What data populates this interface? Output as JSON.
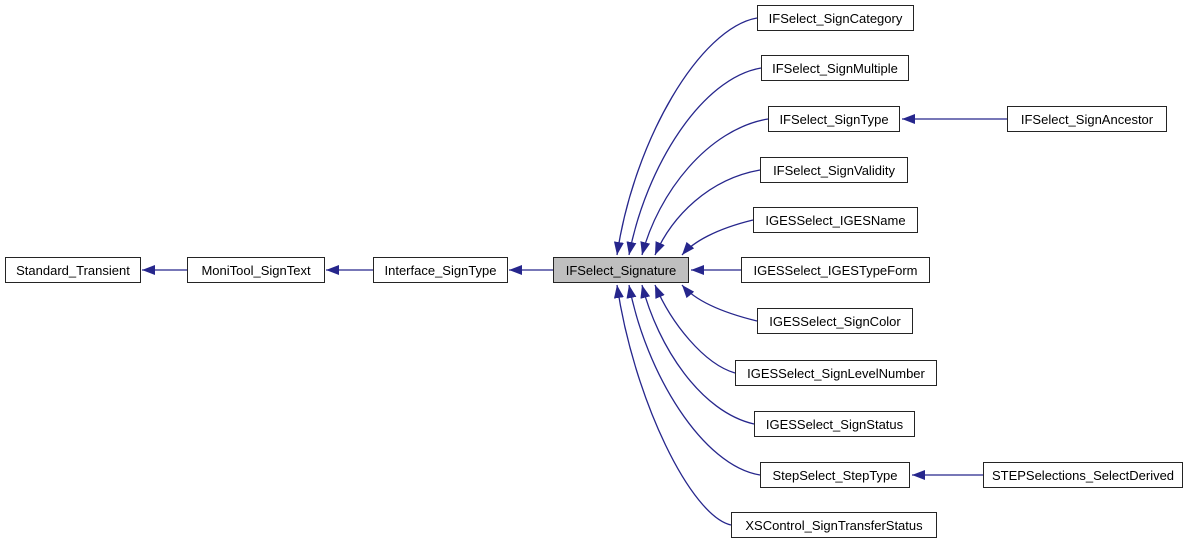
{
  "diagram": {
    "kind": "class-inheritance-graph",
    "selected_node": "IFSelect_Signature",
    "colors": {
      "edge": "#26268c",
      "node_border": "#242424",
      "node_fill": "#ffffff",
      "selected_node_fill": "#bfbfbf",
      "text": "#000000",
      "background": "#ffffff"
    },
    "nodes": [
      {
        "id": "Standard_Transient",
        "label": "Standard_Transient",
        "selected": false
      },
      {
        "id": "MoniTool_SignText",
        "label": "MoniTool_SignText",
        "selected": false
      },
      {
        "id": "Interface_SignType",
        "label": "Interface_SignType",
        "selected": false
      },
      {
        "id": "IFSelect_Signature",
        "label": "IFSelect_Signature",
        "selected": true
      },
      {
        "id": "IFSelect_SignCategory",
        "label": "IFSelect_SignCategory",
        "selected": false
      },
      {
        "id": "IFSelect_SignMultiple",
        "label": "IFSelect_SignMultiple",
        "selected": false
      },
      {
        "id": "IFSelect_SignType",
        "label": "IFSelect_SignType",
        "selected": false
      },
      {
        "id": "IFSelect_SignAncestor",
        "label": "IFSelect_SignAncestor",
        "selected": false
      },
      {
        "id": "IFSelect_SignValidity",
        "label": "IFSelect_SignValidity",
        "selected": false
      },
      {
        "id": "IGESSelect_IGESName",
        "label": "IGESSelect_IGESName",
        "selected": false
      },
      {
        "id": "IGESSelect_IGESTypeForm",
        "label": "IGESSelect_IGESTypeForm",
        "selected": false
      },
      {
        "id": "IGESSelect_SignColor",
        "label": "IGESSelect_SignColor",
        "selected": false
      },
      {
        "id": "IGESSelect_SignLevelNumber",
        "label": "IGESSelect_SignLevelNumber",
        "selected": false
      },
      {
        "id": "IGESSelect_SignStatus",
        "label": "IGESSelect_SignStatus",
        "selected": false
      },
      {
        "id": "StepSelect_StepType",
        "label": "StepSelect_StepType",
        "selected": false
      },
      {
        "id": "STEPSelections_SelectDerived",
        "label": "STEPSelections_SelectDerived",
        "selected": false
      },
      {
        "id": "XSControl_SignTransferStatus",
        "label": "XSControl_SignTransferStatus",
        "selected": false
      }
    ],
    "edges": [
      {
        "from": "IFSelect_Signature",
        "to": "Interface_SignType"
      },
      {
        "from": "Interface_SignType",
        "to": "MoniTool_SignText"
      },
      {
        "from": "MoniTool_SignText",
        "to": "Standard_Transient"
      },
      {
        "from": "IFSelect_SignCategory",
        "to": "IFSelect_Signature"
      },
      {
        "from": "IFSelect_SignMultiple",
        "to": "IFSelect_Signature"
      },
      {
        "from": "IFSelect_SignType",
        "to": "IFSelect_Signature"
      },
      {
        "from": "IFSelect_SignAncestor",
        "to": "IFSelect_SignType"
      },
      {
        "from": "IFSelect_SignValidity",
        "to": "IFSelect_Signature"
      },
      {
        "from": "IGESSelect_IGESName",
        "to": "IFSelect_Signature"
      },
      {
        "from": "IGESSelect_IGESTypeForm",
        "to": "IFSelect_Signature"
      },
      {
        "from": "IGESSelect_SignColor",
        "to": "IFSelect_Signature"
      },
      {
        "from": "IGESSelect_SignLevelNumber",
        "to": "IFSelect_Signature"
      },
      {
        "from": "IGESSelect_SignStatus",
        "to": "IFSelect_Signature"
      },
      {
        "from": "StepSelect_StepType",
        "to": "IFSelect_Signature"
      },
      {
        "from": "STEPSelections_SelectDerived",
        "to": "StepSelect_StepType"
      },
      {
        "from": "XSControl_SignTransferStatus",
        "to": "IFSelect_Signature"
      }
    ]
  }
}
